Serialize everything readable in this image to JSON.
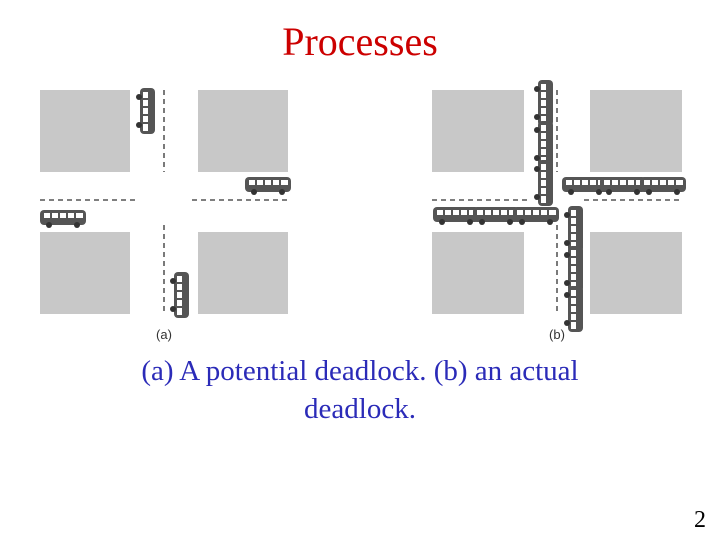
{
  "slide": {
    "title": "Processes",
    "caption": "(a) A potential deadlock. (b) an actual deadlock.",
    "page_number": "2"
  },
  "figure": {
    "panels": [
      {
        "label": "(a)",
        "scenario": "potential-deadlock"
      },
      {
        "label": "(b)",
        "scenario": "actual-deadlock"
      }
    ]
  },
  "colors": {
    "title": "#cc0000",
    "caption": "#2b2bb8",
    "block": "#c8c8c8",
    "bus": "#555555",
    "window": "#ffffff"
  }
}
